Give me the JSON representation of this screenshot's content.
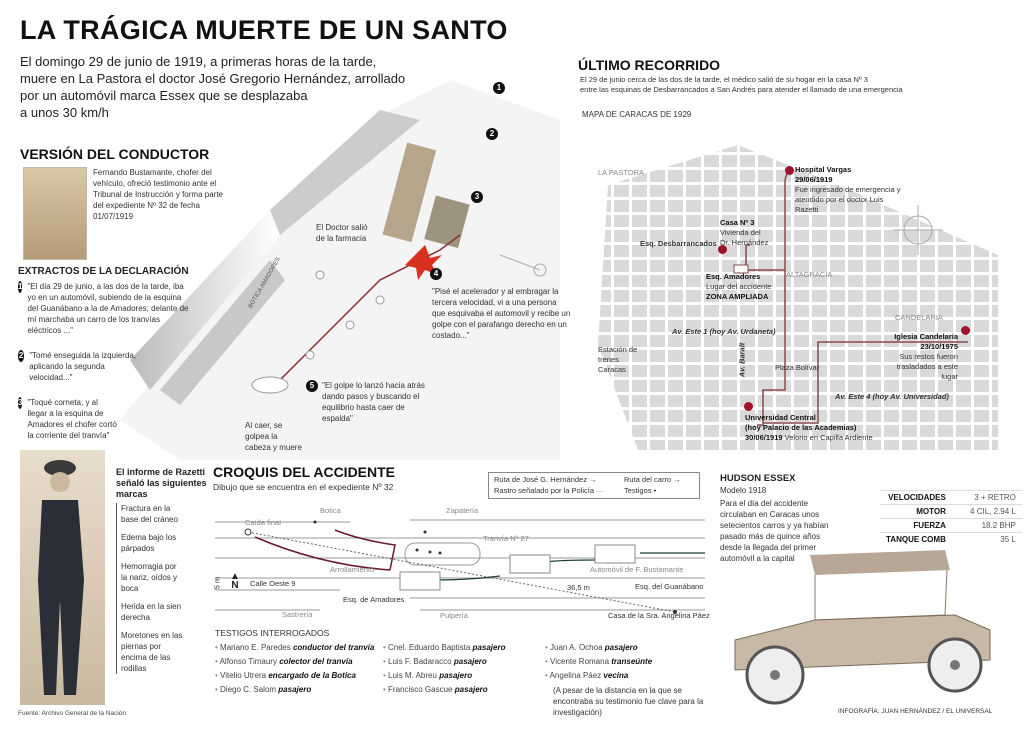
{
  "title": "LA TRÁGICA MUERTE DE UN SANTO",
  "intro": [
    "El domingo 29 de junio de 1919, a primeras horas de la tarde,",
    "muere en La Pastora el doctor José Gregorio Hernández, arrollado",
    "por un automóvil marca Essex que se desplazaba",
    "a unos 30 km/h"
  ],
  "conductor": {
    "heading": "VERSIÓN DEL CONDUCTOR",
    "text": "Fernando Bustamante, chofer del vehículo, ofreció testimonio ante el Tribunal de Instrucción y forma parte del expediente Nº 32 de fecha 01/07/1919"
  },
  "extractos": {
    "heading": "EXTRACTOS DE LA DECLARACIÓN",
    "items": [
      {
        "n": "1",
        "text": "\"El día 29 de junio, a las dos de la tarde, iba yo en un automóvil, subiendo de la esquina del Guanábano a la de Amadores; delante de mí marchaba un carro de los tranvías eléctricos ...\""
      },
      {
        "n": "2",
        "text": "\"Tomé enseguida la izquierda, aplicando la segunda velocidad...\""
      },
      {
        "n": "3",
        "text": "\"Toqué corneta, y al llegar a la esquina de Amadores el chofer cortó la corriente del tranvía\""
      }
    ]
  },
  "scene": {
    "n1": "1",
    "n2": "2",
    "n3": "3",
    "n4": "4",
    "n5": "5",
    "doctor": "El Doctor salió de la farmacia",
    "botica": "BOTICA AMADORES",
    "q4": "\"Pisé el acelerador y al embragar la tercera velocidad, vi a una persona que esquivaba el automovil y recibe un golpe con el parafango derecho en un costado...\"",
    "q5": "\"El golpe lo lanzó hacia atrás dando pasos y buscando el equilibrio hasta caer de espalda\"",
    "fall": "Al caer, se golpea la cabeza y muere"
  },
  "recorrido": {
    "heading": "ÚLTIMO RECORRIDO",
    "text1": "El 29 de junio cerca de las dos de la tarde, el médico salió de su hogar en la casa Nº 3",
    "text2": "entre las esquinas de Desbarrancados a San Andrés para atender el llamado de una emergencia",
    "map_title": "MAPA DE CARACAS DE 1929",
    "pastora": "LA PASTORA",
    "altagracia": "ALTAGRACIA",
    "candelaria": "CANDELARIA",
    "estacion": "Estación de trenes Caracas",
    "hospital": "Hospital Vargas",
    "hospital_date": "29/06/1919",
    "hospital_desc": "Fue ingresado de emergencia y atendido por el doctor Luis Razetti",
    "casa": "Casa Nº 3",
    "casa_desc": "Vivienda del Dr. Hernández",
    "desbarrancados": "Esq. Desbarrancados",
    "amadores": "Esq. Amadores",
    "amadores_desc": "Lugar del accidente",
    "zona": "ZONA AMPLIADA",
    "av_este1": "Av. Este 1 (hoy Av. Urdaneta)",
    "av_baralt": "Av. Baralt",
    "plaza": "Plaza Bolívar",
    "av_este4": "Av. Este 4 (hoy Av. Universidad)",
    "iglesia": "Iglesia Candelaria",
    "iglesia_date": "23/10/1975",
    "iglesia_desc": "Sus restos fueron trasladados a este lugar",
    "ucv": "Universidad Central",
    "ucv2": "(hoy Palacio de las Academias)",
    "ucv_date": "30/06/1919",
    "ucv_desc": "Velorio en Capilla Ardiente"
  },
  "razetti": {
    "heading": "El informe de Razetti señaló las siguientes marcas",
    "items": [
      "Fractura en la base del cráneo",
      "Edema bajo los párpados",
      "Hemorragia por la nariz, oídos y boca",
      "Herida en la sien derecha",
      "Moretones en las piernas por encima de las rodillas"
    ],
    "source": "Fuente: Archivo General de la Nación"
  },
  "croquis": {
    "heading": "CROQUIS DEL ACCIDENTE",
    "sub": "Dibujo que se encuentra en el expediente Nº 32",
    "legend": {
      "ruta_jgh": "Ruta de José G. Hernández",
      "ruta_carro": "Ruta del carro",
      "rastro": "Rastro señalado por la Policía",
      "testigos": "Testigos"
    },
    "labels": {
      "botica": "Botica",
      "zapateria": "Zapatería",
      "caida": "Caída final",
      "tranvia": "Tranvía Nº 27",
      "arrollamiento": "Arrollamiento",
      "auto": "Automóvil de F. Bustamante",
      "calle": "Calle Oeste 9",
      "north": "N",
      "scale": "5 m",
      "amadores": "Esq. de Amadores",
      "guanabano": "Esq. del Guanábano",
      "dist": "36,5 m",
      "sastreria": "Sastrería",
      "pulperia": "Pulpería",
      "casa": "Casa de la Sra. Angelina Páez"
    }
  },
  "testigos": {
    "heading": "TESTIGOS INTERROGADOS",
    "cols": [
      [
        {
          "name": "Mariano E. Paredes",
          "role": "conductor del tranvía"
        },
        {
          "name": "Alfonso Timaury",
          "role": "colector del tranvía"
        },
        {
          "name": "Vitelio Utrera",
          "role": "encargado de la Botica"
        },
        {
          "name": "Diego C. Salom",
          "role": "pasajero"
        }
      ],
      [
        {
          "name": "Cnel. Eduardo Baptista",
          "role": "pasajero"
        },
        {
          "name": "Luis F. Badaracco",
          "role": "pasajero"
        },
        {
          "name": "Luis M. Abreu",
          "role": "pasajero"
        },
        {
          "name": "Francisco Gascue",
          "role": "pasajero"
        }
      ],
      [
        {
          "name": "Juan A. Ochoa",
          "role": "pasajero"
        },
        {
          "name": "Vicente Romana",
          "role": "transeúnte"
        },
        {
          "name": "Angelina Páez",
          "role": "vecina"
        }
      ]
    ],
    "note": "(A pesar de la distancia en la que se encontraba su testimonio fue clave para la investigación)"
  },
  "essex": {
    "heading": "HUDSON ESSEX",
    "model": "Modelo 1918",
    "text": "Para el día del accidente circulaban en Caracas unos setecientos carros y ya habían pasado más de quince años desde la llegada del primer automóvil a la capital",
    "specs": [
      {
        "k": "VELOCIDADES",
        "v": "3 + RETRO"
      },
      {
        "k": "MOTOR",
        "v": "4 CIL, 2.94 L"
      },
      {
        "k": "FUERZA",
        "v": "18.2 BHP"
      },
      {
        "k": "TANQUE COMB",
        "v": "35 L"
      }
    ]
  },
  "credit": "INFOGRAFÍA: JUAN HERNÁNDEZ / EL UNIVERSAL",
  "colors": {
    "accent": "#a0122a",
    "route": "#8a4a4a",
    "map_block": "#d9d9d9"
  }
}
